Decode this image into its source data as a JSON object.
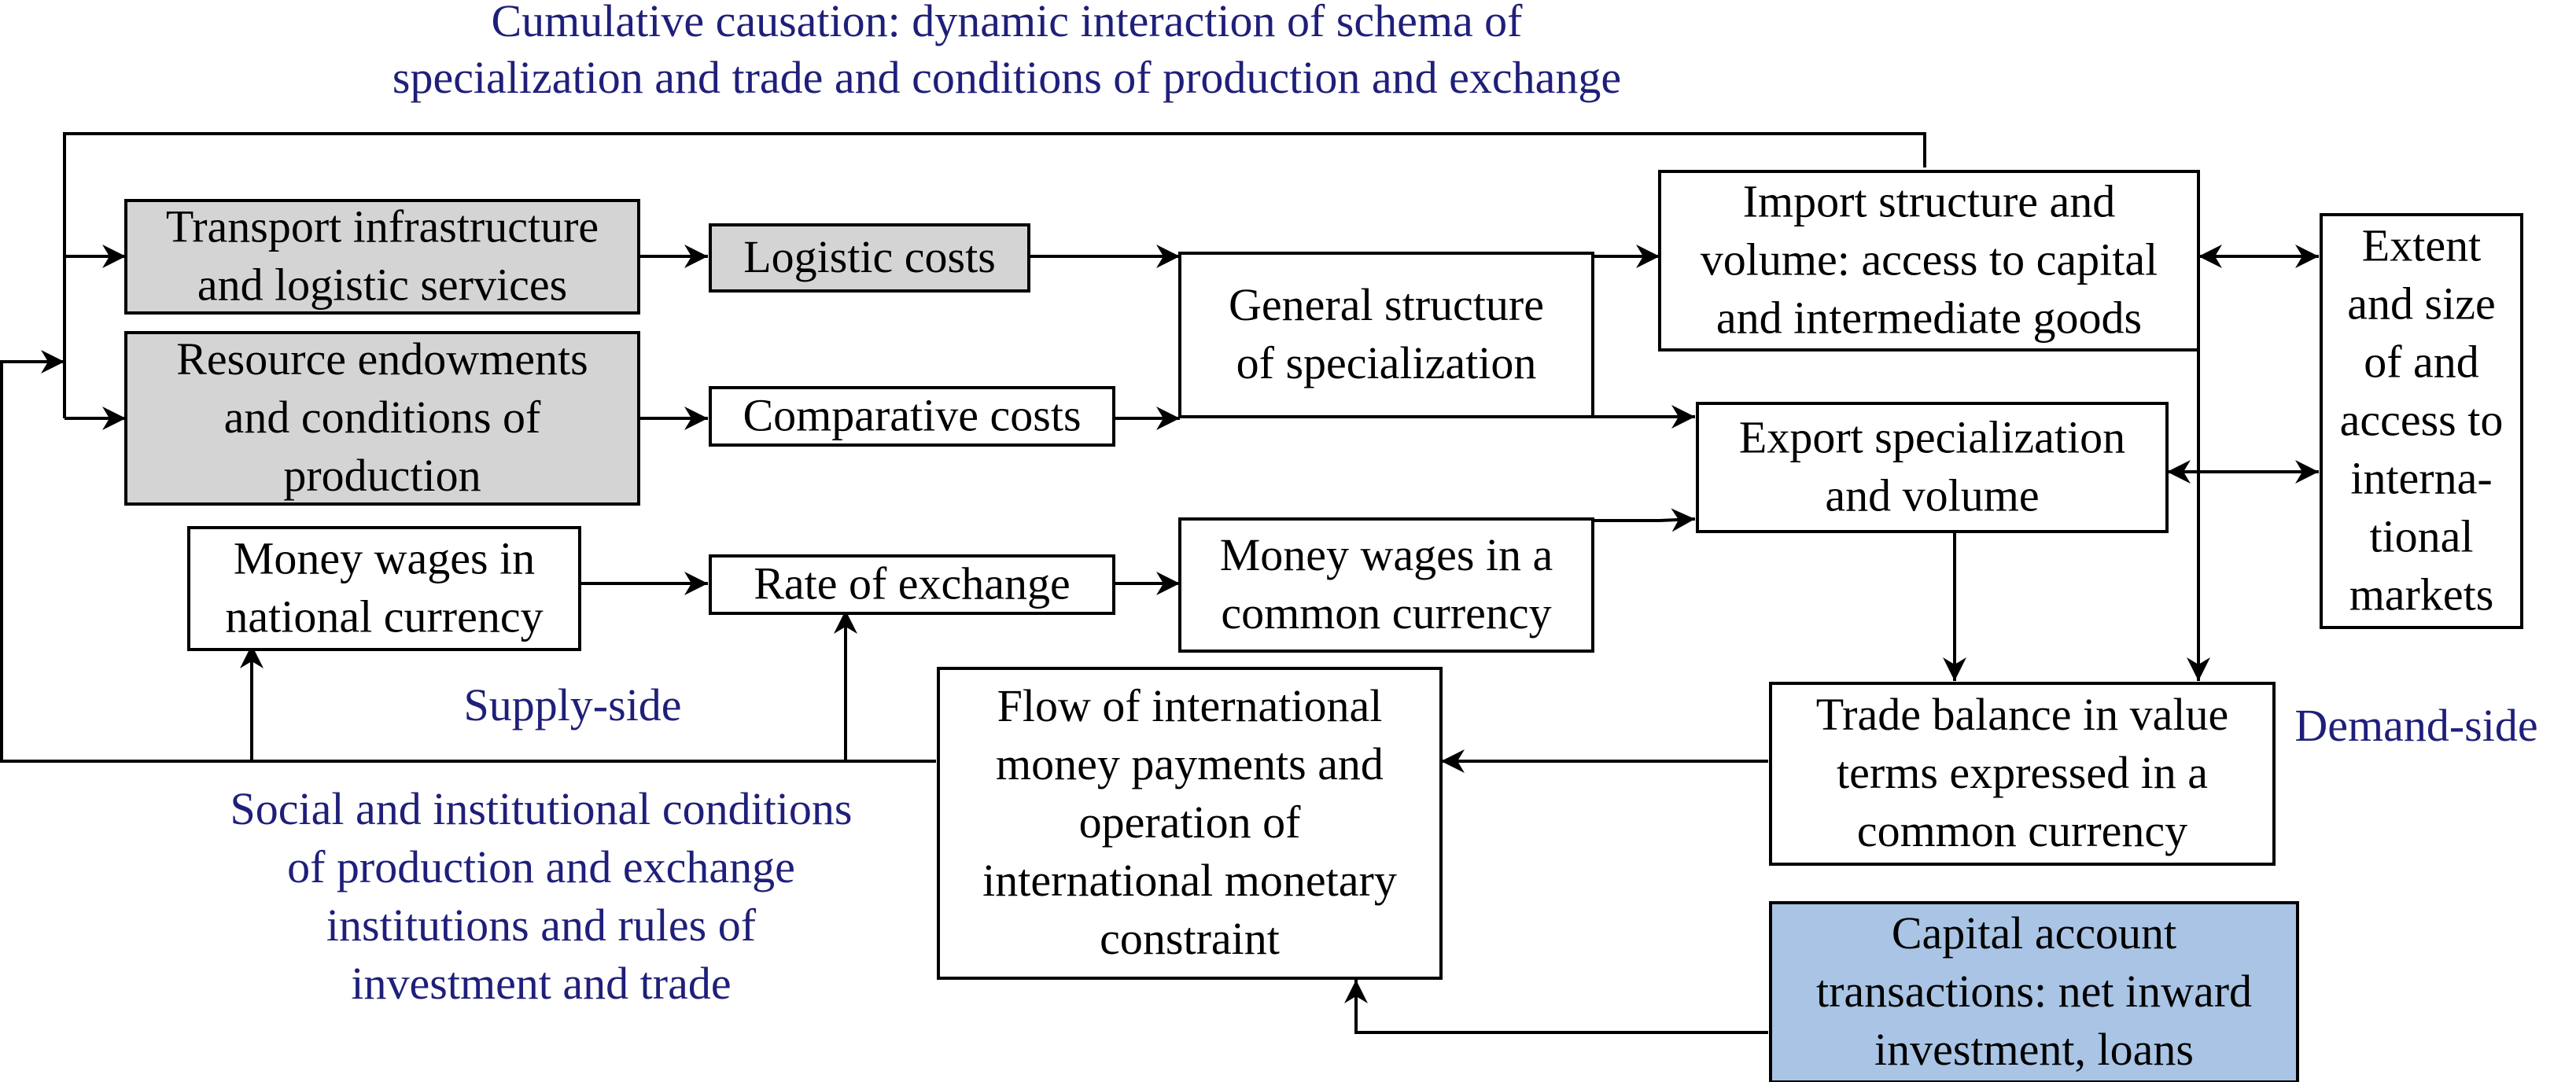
{
  "colors": {
    "annotation": "#1f1f7a",
    "grey_box": "#d4d4d4",
    "blue_box": "#a9c4e4",
    "white_box": "#ffffff",
    "stroke": "#000000"
  },
  "title": {
    "line1": "Cumulative causation: dynamic interaction of schema of",
    "line2": "specialization and trade and conditions of production and exchange"
  },
  "boxes": {
    "transport": [
      "Transport infrastructure",
      "and logistic services"
    ],
    "resource": [
      "Resource endowments",
      "and conditions of",
      "production"
    ],
    "logistic_costs": [
      "Logistic costs"
    ],
    "comparative_costs": [
      "Comparative costs"
    ],
    "general_structure": [
      "General structure",
      "of specialization"
    ],
    "import_structure": [
      "Import structure and",
      "volume: access to capital",
      "and intermediate goods"
    ],
    "export_specialization": [
      "Export specialization",
      "and volume"
    ],
    "extent_markets": [
      "Extent",
      "and size",
      "of and",
      "access to",
      "interna-",
      "tional",
      "markets"
    ],
    "money_wages_national": [
      "Money wages in",
      "national currency"
    ],
    "rate_of_exchange": [
      "Rate of exchange"
    ],
    "money_wages_common": [
      "Money wages in a",
      "common currency"
    ],
    "trade_balance": [
      "Trade balance in value",
      "terms expressed in a",
      "common currency"
    ],
    "flow_payments": [
      "Flow of international",
      "money payments and",
      "operation of",
      "international monetary",
      "constraint"
    ],
    "capital_account": [
      "Capital account",
      "transactions: net inward",
      "investment, loans"
    ]
  },
  "labels": {
    "supply_side": "Supply-side",
    "demand_side": "Demand-side",
    "social_institutional": [
      "Social and institutional conditions",
      "of production and exchange",
      "institutions and rules of",
      "investment and trade"
    ]
  }
}
